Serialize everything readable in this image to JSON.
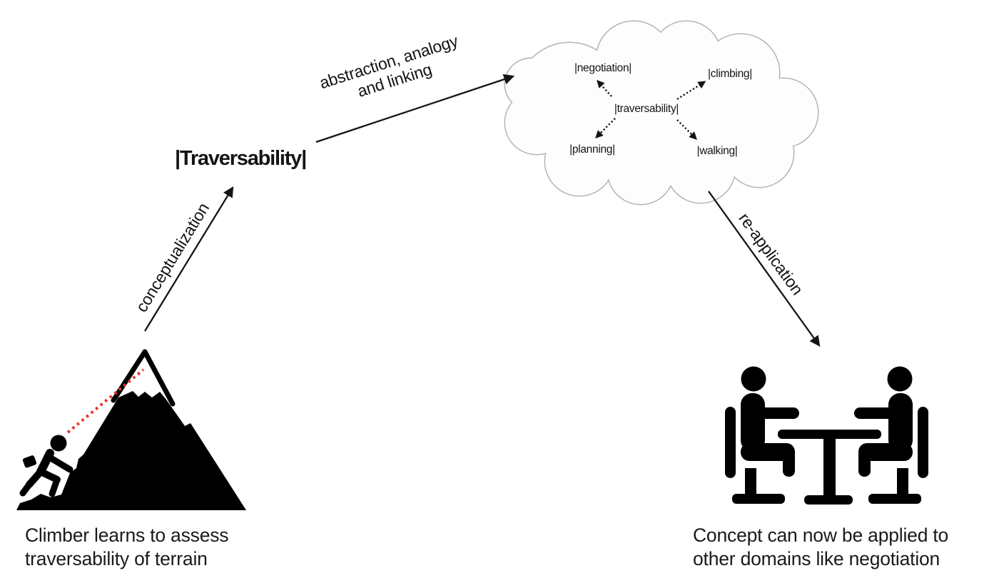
{
  "concept_label": "|Traversability|",
  "arrows": {
    "conceptualization": "conceptualization",
    "abstraction": "abstraction, analogy\nand linking",
    "reapplication": "re-application"
  },
  "cloud": {
    "center": "|traversability|",
    "negotiation": "|negotiation|",
    "climbing": "|climbing|",
    "planning": "|planning|",
    "walking": "|walking|"
  },
  "captions": {
    "source": "Climber learns to assess\ntraversability of terrain",
    "target": "Concept can now be applied to\nother domains like negotiation"
  },
  "icons": {
    "source": "mountain-climber-icon",
    "cloud": "concept-cloud-icon",
    "target": "negotiation-table-icon"
  },
  "colors": {
    "ink": "#141414",
    "cloud_stroke": "#b4b4b4",
    "cloud_fill": "#fdfdfd",
    "gaze_line_red": "#e8352c"
  }
}
